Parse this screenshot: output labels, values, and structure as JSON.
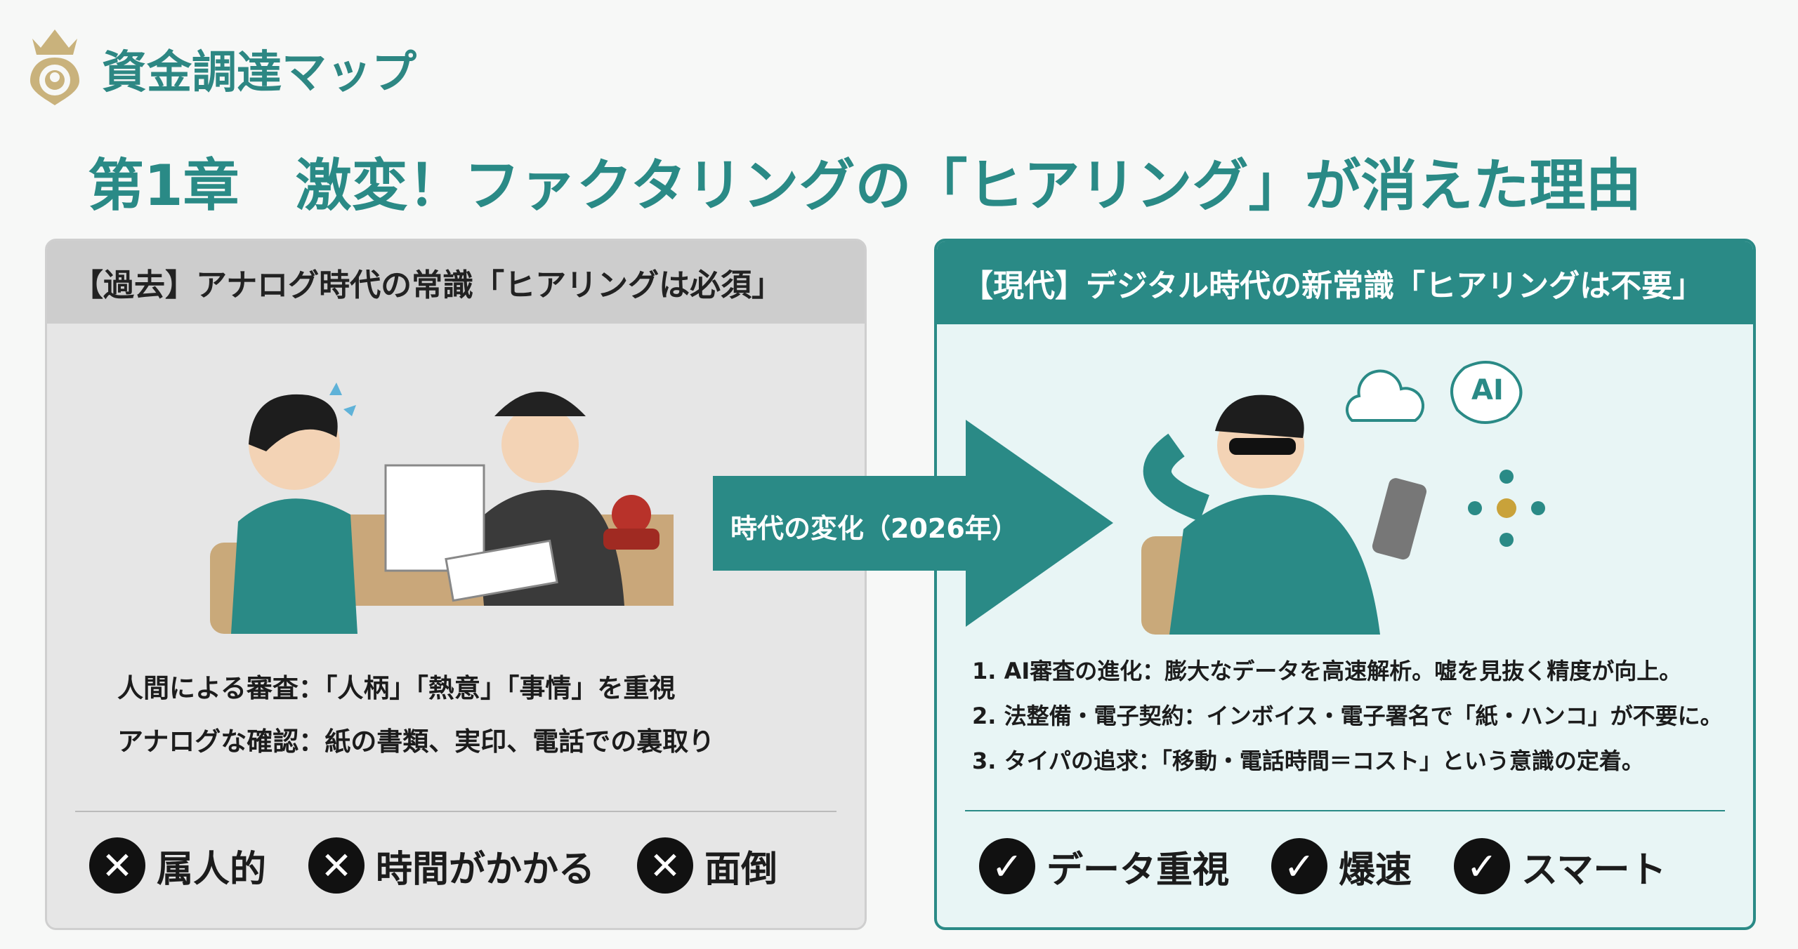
{
  "brand": {
    "name": "資金調達マップ",
    "icon": "crown-pin-logo"
  },
  "title": "第1章　激変！ファクタリングの「ヒアリング」が消えた理由",
  "left": {
    "header": "【過去】アナログ時代の常識「ヒアリングは必須」",
    "lines": [
      "人間による審査：「人柄」「熱意」「事情」を重視",
      "アナログな確認：紙の書類、実印、電話での裏取り"
    ],
    "tags": [
      "属人的",
      "時間がかかる",
      "面倒"
    ],
    "tag_icon": "x-circle-icon"
  },
  "arrow": {
    "label": "時代の変化（2026年）"
  },
  "right": {
    "header": "【現代】デジタル時代の新常識「ヒアリングは不要」",
    "lines": [
      "1. AI審査の進化：膨大なデータを高速解析。嘘を見抜く精度が向上。",
      "2. 法整備・電子契約：インボイス・電子署名で「紙・ハンコ」が不要に。",
      "3. タイパの追求：「移動・電話時間＝コスト」という意識の定着。"
    ],
    "tags": [
      "データ重視",
      "爆速",
      "スマート"
    ],
    "tag_icon": "check-circle-icon",
    "ai_label": "AI"
  },
  "colors": {
    "teal": "#2a8a86",
    "gold": "#c9b27c",
    "gray_header": "#cdcdcd"
  }
}
